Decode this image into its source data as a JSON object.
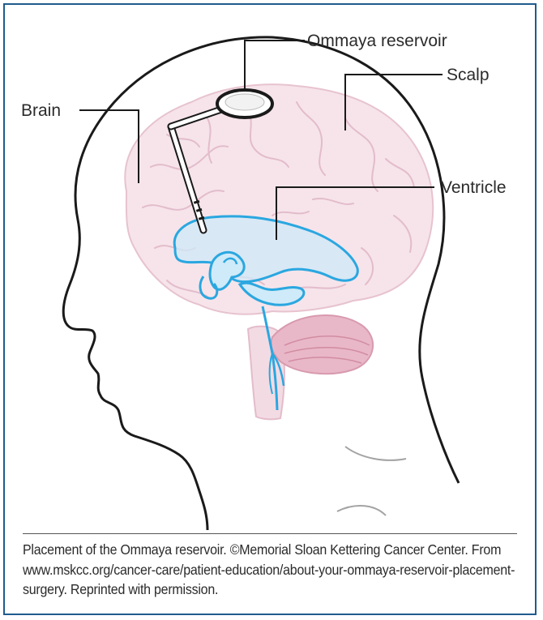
{
  "labels": {
    "ommaya_reservoir": "Ommaya reservoir",
    "scalp": "Scalp",
    "brain": "Brain",
    "ventricle": "Ventricle"
  },
  "caption": "Placement of the Ommaya reservoir. ©Memorial Sloan Kettering Cancer Center. From www.mskcc.org/cancer-care/patient-education/about-your-ommaya-reservoir-placement-surgery. Reprinted with permission.",
  "colors": {
    "frame_border": "#1f5b8e",
    "brain_fill": "#f6e4ea",
    "brain_lines": "#e7c3cf",
    "ventricle": "#2aa7e0",
    "ventricle_fill": "#cfeaf8",
    "cerebellum": "#e9b8c8",
    "outline": "#1a1a1a"
  }
}
